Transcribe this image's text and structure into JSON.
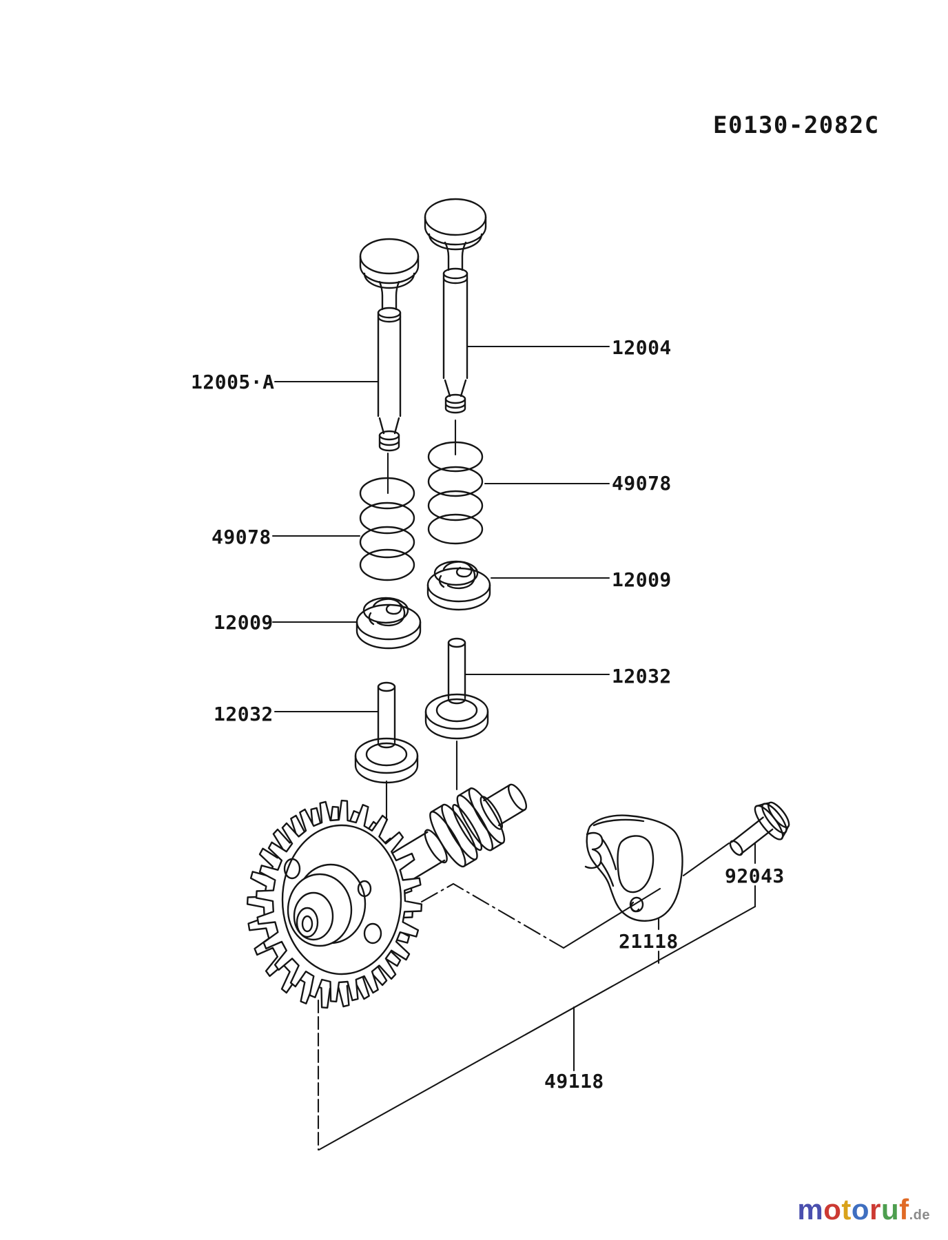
{
  "diagram": {
    "code": "E0130-2082C",
    "labels": {
      "valve_left": "12005·A",
      "valve_right": "12004",
      "spring_right": "49078",
      "spring_left": "49078",
      "retainer_right": "12009",
      "retainer_left": "12009",
      "tappet_right": "12032",
      "tappet_left": "12032",
      "plate": "21118",
      "screw": "92043",
      "camshaft": "49118"
    }
  },
  "watermark": {
    "letters": [
      "m",
      "o",
      "t",
      "o",
      "r",
      "u",
      "f"
    ],
    "tld": ".de",
    "letter_colors": [
      "#4a4fae",
      "#cc3a33",
      "#d9a21b",
      "#3f6fc0",
      "#cc3a33",
      "#4d9e4f",
      "#e06a25"
    ],
    "tld_color": "#8a8a8a"
  },
  "canvas": {
    "background": "#ffffff",
    "line_color": "#151515"
  }
}
